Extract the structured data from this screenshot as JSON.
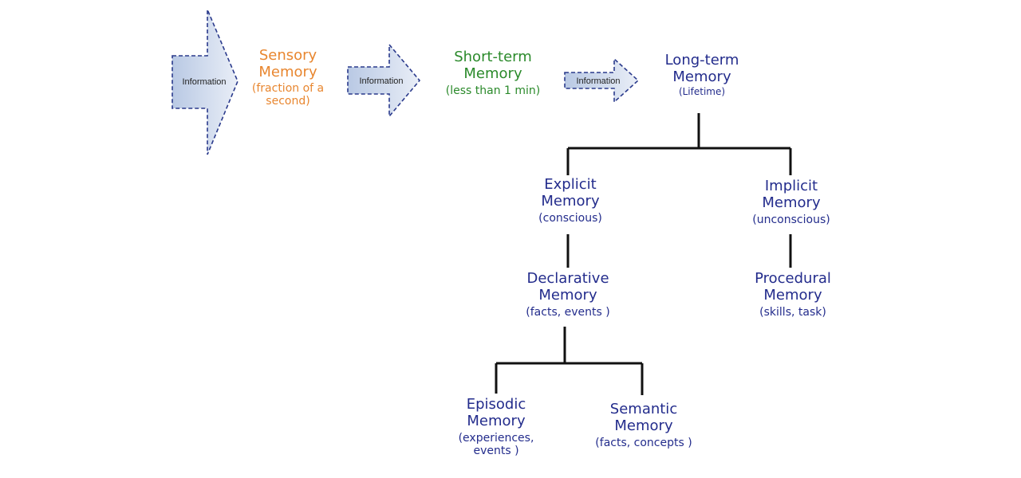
{
  "flow": {
    "arrow_label": "Information"
  },
  "stores": {
    "sensory": {
      "title_1": "Sensory",
      "title_2": "Memory",
      "sub_1": "(fraction of a",
      "sub_2": "second)"
    },
    "short_term": {
      "title_1": "Short-term",
      "title_2": "Memory",
      "sub": "(less than 1 min)"
    },
    "long_term": {
      "title_1": "Long-term",
      "title_2": "Memory",
      "sub": "(Lifetime)"
    }
  },
  "tree": {
    "explicit": {
      "title_1": "Explicit",
      "title_2": "Memory",
      "sub": "(conscious)"
    },
    "implicit": {
      "title_1": "Implicit",
      "title_2": "Memory",
      "sub": "(unconscious)"
    },
    "declarative": {
      "title_1": "Declarative",
      "title_2": "Memory",
      "sub": "(facts, events )"
    },
    "procedural": {
      "title_1": "Procedural",
      "title_2": "Memory",
      "sub": "(skills, task)"
    },
    "episodic": {
      "title_1": "Episodic",
      "title_2": "Memory",
      "sub_1": "(experiences,",
      "sub_2": "events )"
    },
    "semantic": {
      "title_1": "Semantic",
      "title_2": "Memory",
      "sub": "(facts, concepts )"
    }
  },
  "colors": {
    "sensory": "#e8862f",
    "short_term": "#2b8a2b",
    "long_term_and_tree": "#232c8c",
    "arrow_fill": "#c9d6ea",
    "arrow_stroke": "#2a3a8c",
    "connector": "#111111"
  }
}
